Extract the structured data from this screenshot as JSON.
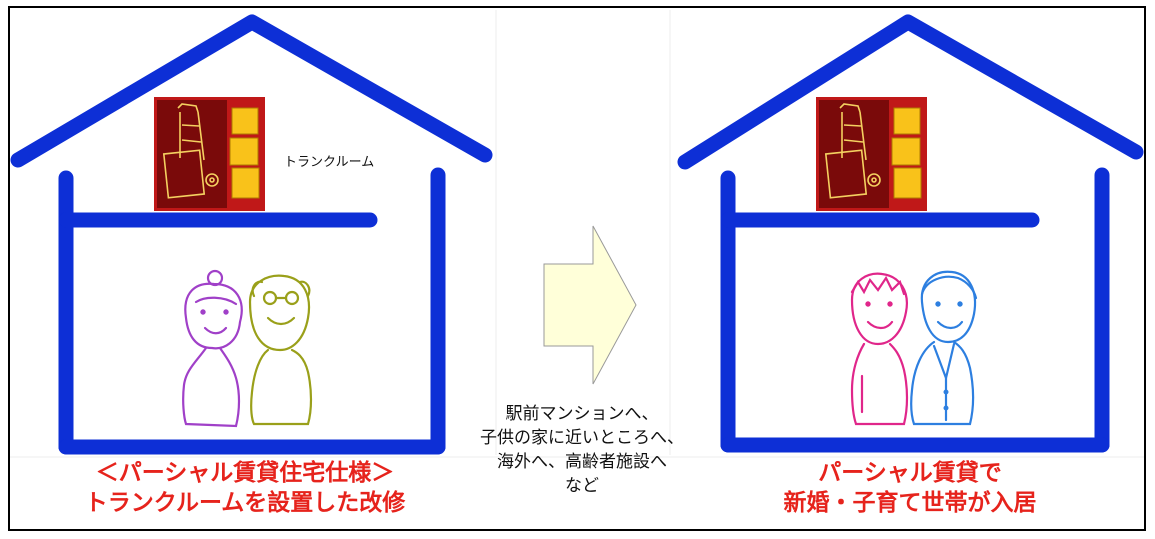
{
  "left_house": {
    "storage_label": "トランクルーム",
    "caption_line1": "＜パーシャル賃貸住宅仕様＞",
    "caption_line2": "トランクルームを設置した改修"
  },
  "middle": {
    "moves": [
      "駅前マンションへ、",
      "子供の家に近いところへ、",
      "海外へ、高齢者施設へ",
      "など"
    ]
  },
  "right_house": {
    "caption_line1": "パーシャル賃貸で",
    "caption_line2": "新婚・子育て世帯が入居"
  },
  "colors": {
    "house": "#0d2fd6",
    "caption": "#e6231c",
    "arrow_fill": "#ffffd9",
    "trunk_bg": "#c01818",
    "box": "#f9c21a",
    "elder_woman": "#a040c8",
    "elder_man": "#9aa01a",
    "young_woman": "#e0268a",
    "young_man": "#2d7fe0"
  }
}
